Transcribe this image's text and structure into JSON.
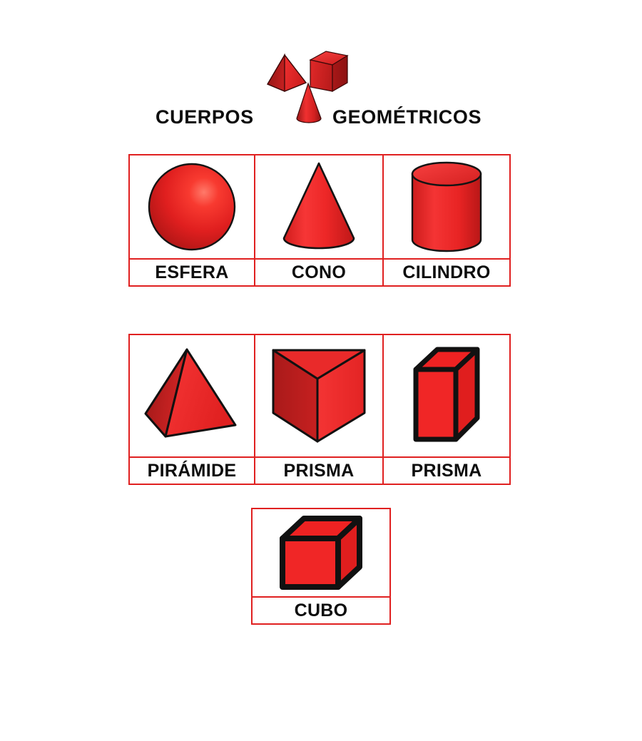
{
  "page": {
    "background": "#ffffff",
    "accent_border": "#e02020",
    "shape_red": "#ee2222",
    "shape_red_dark": "#b81c1c",
    "shape_outline": "#111111",
    "text_color": "#0d0d0d"
  },
  "header": {
    "title_left": "CUERPOS",
    "title_right": "GEOMÉTRICOS",
    "icons": [
      {
        "name": "pyramid-icon"
      },
      {
        "name": "cube-icon"
      },
      {
        "name": "cone-icon"
      }
    ]
  },
  "tables": [
    {
      "id": "table-solids-round",
      "name": "round-solids-table",
      "cells": [
        {
          "shape": "sphere",
          "label": "ESFERA"
        },
        {
          "shape": "cone",
          "label": "CONO"
        },
        {
          "shape": "cylinder",
          "label": "CILINDRO"
        }
      ]
    },
    {
      "id": "table-solids-poly",
      "name": "polyhedra-table",
      "cells": [
        {
          "shape": "pyramid",
          "label": "PIRÁMIDE"
        },
        {
          "shape": "triangular-prism",
          "label": "PRISMA"
        },
        {
          "shape": "rectangular-prism",
          "label": "PRISMA"
        }
      ]
    },
    {
      "id": "table-solids-cube",
      "name": "cube-table",
      "cells": [
        {
          "shape": "cube",
          "label": "CUBO"
        }
      ]
    }
  ]
}
